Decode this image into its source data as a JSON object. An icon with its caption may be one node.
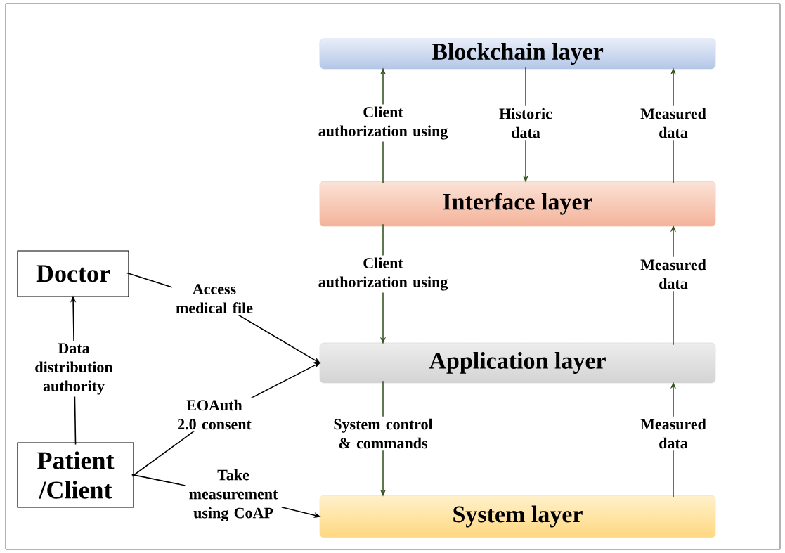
{
  "diagram": {
    "nodes": [
      {
        "text": [
          "Blockchain layer"
        ]
      },
      {
        "text": [
          "Interface layer"
        ]
      },
      {
        "text": [
          "Application layer"
        ]
      },
      {
        "text": [
          "System layer"
        ]
      },
      {
        "text": [
          "Doctor"
        ]
      },
      {
        "text": [
          "Patient /Client"
        ]
      }
    ],
    "edges": [
      {
        "from": 1,
        "to": 0,
        "arrow": "to",
        "label": "Client authorization using"
      },
      {
        "from": 0,
        "to": 1,
        "arrow": "to",
        "label": "Historic data"
      },
      {
        "from": 1,
        "to": 0,
        "arrow": "to",
        "label": "Measured data"
      },
      {
        "from": 1,
        "to": 2,
        "arrow": "to",
        "label": "Client authorization using"
      },
      {
        "from": 2,
        "to": 1,
        "arrow": "to",
        "label": "Measured data"
      },
      {
        "from": 4,
        "to": 2,
        "arrow": "to",
        "label": "Access medical file",
        "color": "#000000"
      },
      {
        "from": 5,
        "to": 4,
        "arrow": "to",
        "label": "Data distribution authority",
        "color": "#000000"
      },
      {
        "from": 5,
        "to": 2,
        "arrow": "to",
        "label": "EOAuth 2.0 consent",
        "color": "#000000"
      },
      {
        "from": 2,
        "to": 3,
        "arrow": "to",
        "label": "System control & commands"
      },
      {
        "from": 3,
        "to": 2,
        "arrow": "to",
        "label": "Measured data"
      },
      {
        "from": 5,
        "to": 3,
        "arrow": "to",
        "label": "Take measurement using CoAP",
        "color": "#000000"
      }
    ]
  }
}
